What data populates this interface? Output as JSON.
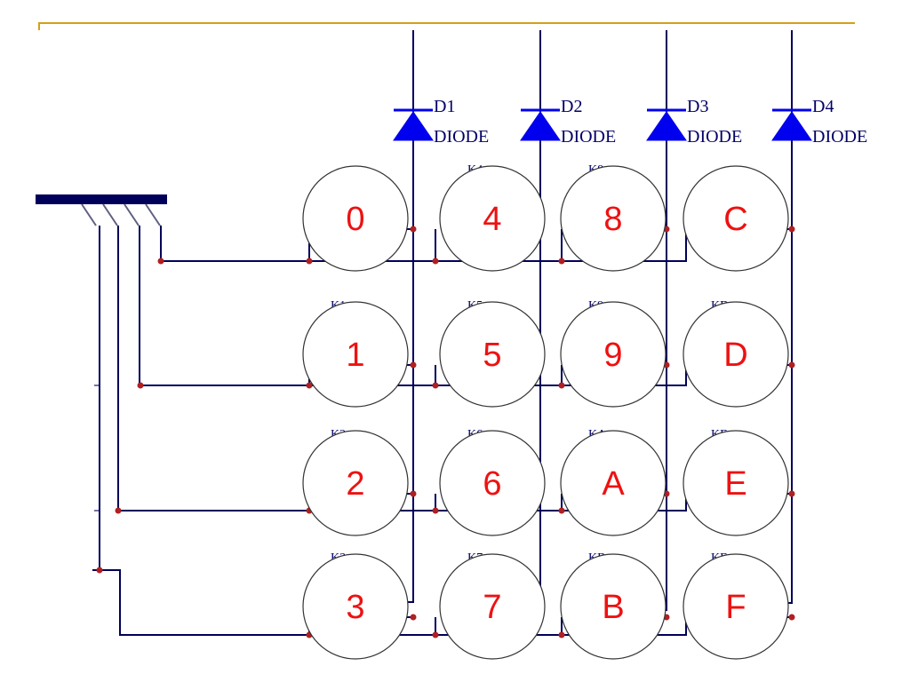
{
  "diodes": [
    {
      "ref": "D1",
      "value": "DIODE"
    },
    {
      "ref": "D2",
      "value": "DIODE"
    },
    {
      "ref": "D3",
      "value": "DIODE"
    },
    {
      "ref": "D4",
      "value": "DIODE"
    }
  ],
  "keys": [
    [
      "0",
      "4",
      "8",
      "C"
    ],
    [
      "1",
      "5",
      "9",
      "D"
    ],
    [
      "2",
      "6",
      "A",
      "E"
    ],
    [
      "3",
      "7",
      "B",
      "F"
    ]
  ],
  "ref_labels": [
    [
      "",
      "K4",
      "K8",
      ""
    ],
    [
      "K1",
      "K5",
      "K9",
      "KD"
    ],
    [
      "K2",
      "K6",
      "KA",
      "KE"
    ],
    [
      "K3",
      "K7",
      "KB",
      "KF"
    ]
  ],
  "colors": {
    "wire": "#00005a",
    "junction": "#b02020",
    "diode": "#0000ee",
    "key_text": "#ee1111",
    "rule": "#d4a017"
  }
}
